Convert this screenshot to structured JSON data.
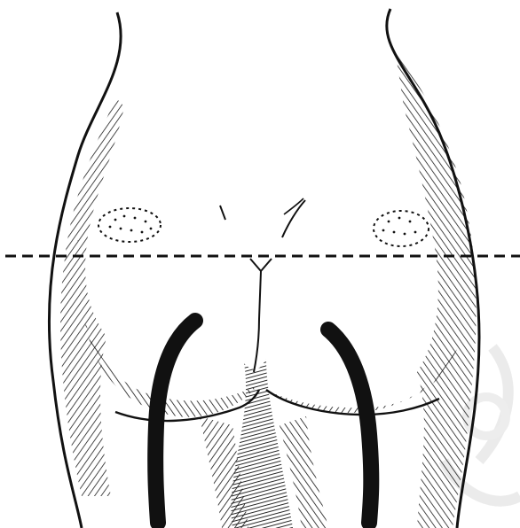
{
  "illustration": {
    "subject": "posterior-hips-line-drawing",
    "ink_color": "#111111",
    "background_color": "#ffffff",
    "watermark_color": "#e9e9e9",
    "elements": [
      "left-hip-outline",
      "right-hip-outline",
      "hatching-shading",
      "left-dimple-marking",
      "right-dimple-marking",
      "dashed-reference-line",
      "left-drain-tube",
      "right-drain-tube"
    ]
  }
}
